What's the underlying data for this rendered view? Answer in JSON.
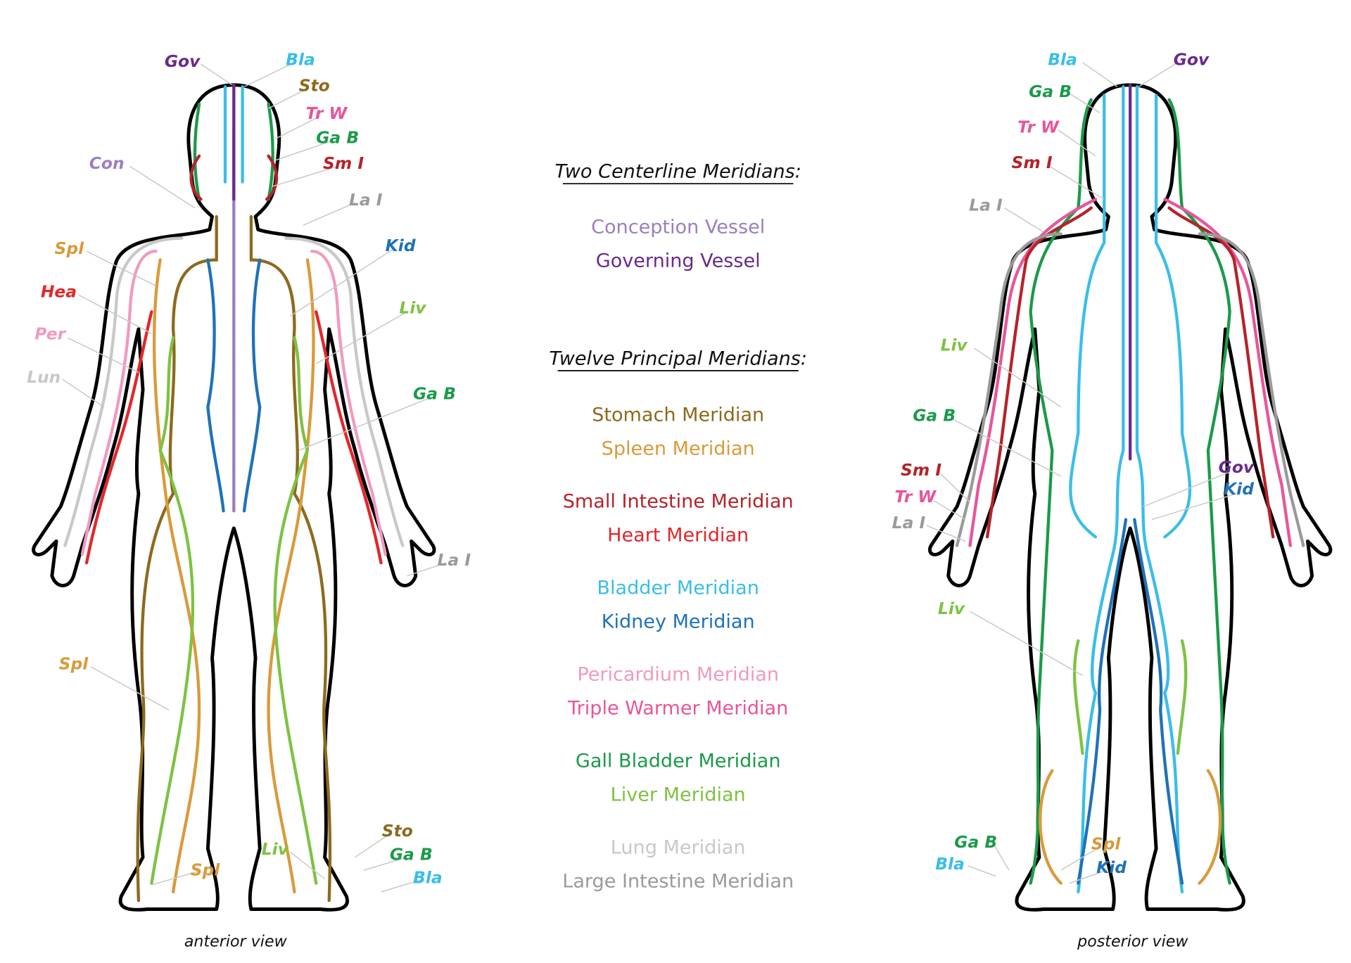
{
  "colors": {
    "Gov": "#6a2a8c",
    "Con": "#9b7fc0",
    "Bla": "#3bbde8",
    "Sto": "#8c6a1e",
    "TrW": "#e8559a",
    "GaB": "#1b9a4a",
    "SmI": "#b5232a",
    "LaI": "#9a9a9a",
    "Kid": "#1f72b8",
    "Spl": "#d99a3a",
    "Hea": "#e3262b",
    "Per": "#f19ac0",
    "Lun": "#c8c8c8",
    "Liv": "#7dc242"
  },
  "legend": {
    "centerline_title": "Two Centerline Meridians:",
    "centerline": [
      "Conception Vessel",
      "Governing Vessel"
    ],
    "principal_title": "Twelve Principal Meridians:",
    "principal": [
      "Stomach Meridian",
      "Spleen Meridian",
      "Small Intestine Meridian",
      "Heart Meridian",
      "Bladder Meridian",
      "Kidney Meridian",
      "Pericardium Meridian",
      "Triple Warmer Meridian",
      "Gall Bladder Meridian",
      "Liver Meridian",
      "Lung Meridian",
      "Large Intestine Meridian"
    ]
  },
  "anterior": {
    "caption": "anterior view",
    "labels": [
      "Gov",
      "Bla",
      "Sto",
      "Tr W",
      "Ga B",
      "Sm I",
      "Con",
      "La I",
      "Spl",
      "Kid",
      "Hea",
      "Liv",
      "Per",
      "Lun",
      "Ga B",
      "La I",
      "Spl",
      "Sto",
      "Liv",
      "Ga B",
      "Spl",
      "Bla"
    ]
  },
  "posterior": {
    "caption": "posterior view",
    "labels": [
      "Bla",
      "Gov",
      "Ga B",
      "Tr W",
      "Sm I",
      "La I",
      "Liv",
      "Ga B",
      "Sm I",
      "Gov",
      "Tr W",
      "Kid",
      "La I",
      "Liv",
      "Ga B",
      "Spl",
      "Bla",
      "Kid"
    ]
  }
}
